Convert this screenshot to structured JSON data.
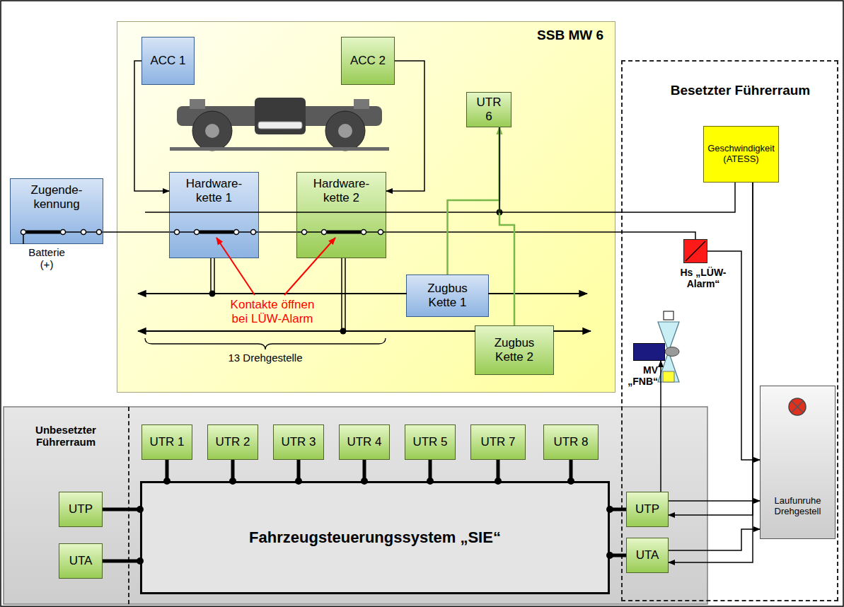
{
  "diagram": {
    "nodes": [
      {
        "text": [
          "SSB MW 6"
        ]
      },
      {
        "text": [
          "ACC 1"
        ],
        "in": 0
      },
      {
        "text": [
          "ACC 2"
        ],
        "in": 0
      },
      {
        "text": [
          "UTR 6"
        ],
        "in": 0
      },
      {
        "text": [
          "Hardware- kette 1"
        ],
        "in": 0
      },
      {
        "text": [
          "Hardware- kette 2"
        ],
        "in": 0
      },
      {
        "text": [
          "Zugbus Kette 1"
        ],
        "in": 0
      },
      {
        "text": [
          "Zugbus Kette 2"
        ],
        "in": 0
      },
      {
        "text": [
          "Zugende- kennung"
        ]
      },
      {
        "text": [
          "Besetzter Führerraum"
        ]
      },
      {
        "text": [
          "Geschwindigkeit (ATESS)"
        ],
        "in": 9
      },
      {
        "text": [
          "Hs „LÜW-Alarm“"
        ],
        "in": 9
      },
      {
        "text": [
          "MV „FNB“"
        ],
        "in": 9
      },
      {
        "text": [
          "Laufunruhe Drehgestell"
        ],
        "in": 9
      },
      {
        "text": [
          "UTP"
        ],
        "in": 9
      },
      {
        "text": [
          "UTA"
        ],
        "in": 9
      },
      {
        "text": [
          "Unbesetzter Führerraum"
        ]
      },
      {
        "text": [
          "UTP"
        ],
        "in": 16
      },
      {
        "text": [
          "UTA"
        ],
        "in": 16
      },
      {
        "text": [
          "UTR 1"
        ]
      },
      {
        "text": [
          "UTR 2"
        ]
      },
      {
        "text": [
          "UTR 3"
        ]
      },
      {
        "text": [
          "UTR 4"
        ]
      },
      {
        "text": [
          "UTR 5"
        ]
      },
      {
        "text": [
          "UTR 7"
        ]
      },
      {
        "text": [
          "UTR 8"
        ]
      },
      {
        "text": [
          "Fahrzeugsteuerungssystem „SIE“"
        ]
      }
    ],
    "edges": [
      {
        "from": 1,
        "to": 4,
        "arrow": "to"
      },
      {
        "from": 2,
        "to": 5,
        "arrow": "to"
      },
      {
        "from": 8,
        "to": 4,
        "arrow": "none"
      },
      {
        "from": 4,
        "to": 5,
        "arrow": "none"
      },
      {
        "from": 5,
        "to": 11,
        "arrow": "none"
      },
      {
        "from": 6,
        "to": 3,
        "arrow": "to"
      },
      {
        "from": 7,
        "to": 3,
        "arrow": "to"
      },
      {
        "from": 10,
        "to": 3,
        "arrow": "none"
      },
      {
        "from": 14,
        "to": 12,
        "arrow": "to"
      },
      {
        "from": 11,
        "to": 13,
        "arrow": "to"
      },
      {
        "from": 10,
        "to": 14,
        "arrow": "to"
      },
      {
        "from": 10,
        "to": 15,
        "arrow": "to"
      },
      {
        "from": 14,
        "to": 13,
        "arrow": "to"
      },
      {
        "from": 15,
        "to": 13,
        "arrow": "to"
      },
      {
        "from": 19,
        "to": 26,
        "arrow": "none"
      },
      {
        "from": 20,
        "to": 26,
        "arrow": "none"
      },
      {
        "from": 21,
        "to": 26,
        "arrow": "none"
      },
      {
        "from": 22,
        "to": 26,
        "arrow": "none"
      },
      {
        "from": 23,
        "to": 26,
        "arrow": "none"
      },
      {
        "from": 24,
        "to": 26,
        "arrow": "none"
      },
      {
        "from": 25,
        "to": 26,
        "arrow": "none"
      },
      {
        "from": 17,
        "to": 26,
        "arrow": "none"
      },
      {
        "from": 18,
        "to": 26,
        "arrow": "none"
      },
      {
        "from": 14,
        "to": 26,
        "arrow": "none"
      },
      {
        "from": 15,
        "to": 26,
        "arrow": "none"
      }
    ],
    "labels": [
      "Kontakte öffnen bei LÜW-Alarm",
      "13 Drehgestelle",
      "Batterie (+)"
    ]
  }
}
